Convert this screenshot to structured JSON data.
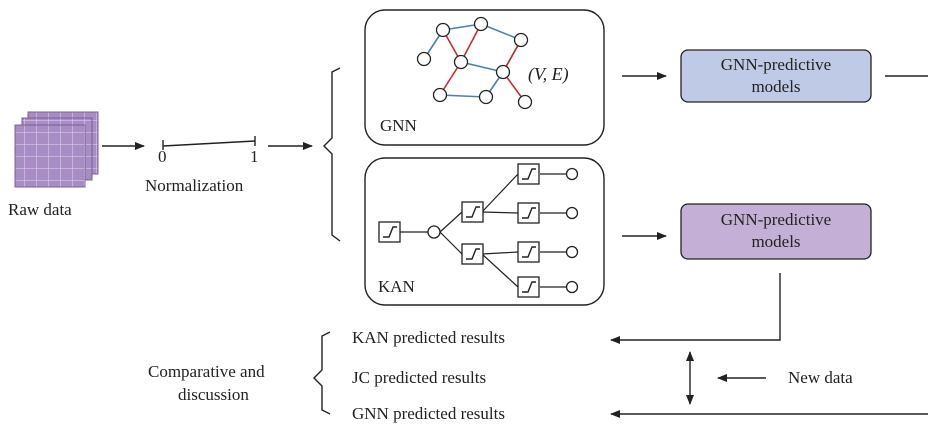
{
  "raw_data": {
    "label": "Raw data"
  },
  "normalization": {
    "label": "Normalization",
    "tick_min": "0",
    "tick_max": "1"
  },
  "gnn_panel": {
    "label": "GNN",
    "graph_label_main": "(V, E)"
  },
  "kan_panel": {
    "label": "KAN"
  },
  "model_top": {
    "line1": "GNN-predictive",
    "line2": "models",
    "fill": "#bfcbe6"
  },
  "model_bottom": {
    "line1": "GNN-predictive",
    "line2": "models",
    "fill": "#c4b0d6"
  },
  "results": {
    "items": [
      "KAN predicted results",
      "JC predicted results",
      "GNN predicted results"
    ],
    "group_label_line1": "Comparative and",
    "group_label_line2": "discussion"
  },
  "new_data": {
    "label": "New data"
  },
  "colors": {
    "blue_edge": "#4a7fb0",
    "red_edge": "#cc2a2a",
    "grid_fill": "#a88cc4",
    "grid_line": "#d8cce6"
  }
}
